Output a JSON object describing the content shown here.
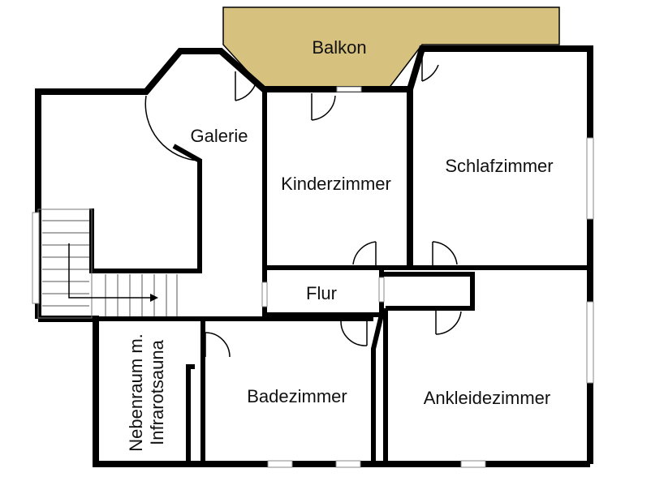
{
  "plan": {
    "rooms": {
      "balkon": "Balkon",
      "galerie": "Galerie",
      "kinderzimmer": "Kinderzimmer",
      "schlafzimmer": "Schlafzimmer",
      "flur": "Flur",
      "nebenraum_line1": "Nebenraum m.",
      "nebenraum_line2": "Infrarotsauna",
      "badezimmer": "Badezimmer",
      "ankleidezimmer": "Ankleidezimmer"
    },
    "colors": {
      "balkon_fill": "#d7c17e",
      "walls": "#000000",
      "background": "#ffffff"
    }
  }
}
